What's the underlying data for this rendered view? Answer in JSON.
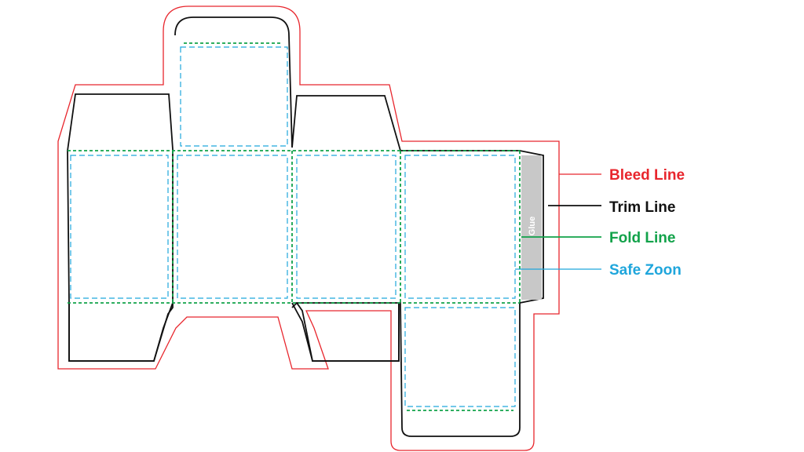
{
  "colors": {
    "bleed": "#e8262d",
    "trim": "#111111",
    "fold": "#12a24a",
    "safe": "#1fa6dc",
    "glue_fill": "#c8c8c8",
    "glue_text": "#ffffff"
  },
  "glue": {
    "label": "Glue"
  },
  "legend": {
    "bleed": {
      "label": "Bleed Line"
    },
    "trim": {
      "label": "Trim Line"
    },
    "fold": {
      "label": "Fold Line"
    },
    "safe": {
      "label": "Safe Zoon"
    }
  }
}
